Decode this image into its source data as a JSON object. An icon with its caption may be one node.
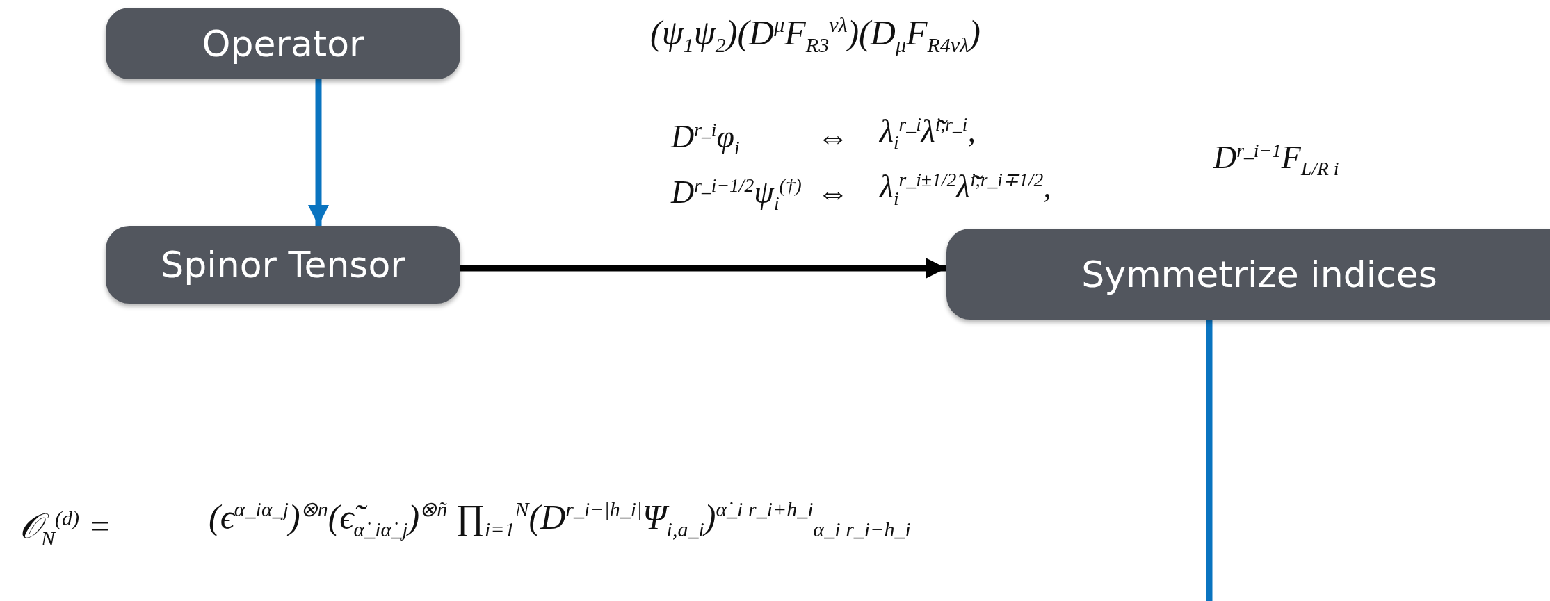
{
  "diagram": {
    "nodes": [
      {
        "text": [
          "Operator"
        ]
      },
      {
        "text": [
          "Spinor Tensor"
        ]
      },
      {
        "text": [
          "Symmetrize indices"
        ]
      }
    ],
    "edges": [
      {
        "from": 0,
        "to": 1,
        "arrow": "to"
      },
      {
        "from": 1,
        "to": 2,
        "arrow": "to",
        "color": "#000000"
      },
      {
        "from": 2,
        "to": null,
        "arrow": "none"
      }
    ],
    "labels": [
      "(ψ$_{1}$ψ$_{2}$)(D$^{μ}$F$_{R3}$$^{νλ}$)(D$_{μ}$F$_{R4νλ}$)",
      "D$^{r_i}$φ$_{i}$",
      "⇔",
      "λ$_{i}$$^{r_i}$λ̃$^{i,r_i}$,",
      "D$^{r_i−1}$F$_{L/R i}$",
      "D$^{r_i−1/2}$ψ$_{i}$$^{(†)}$",
      "⇔",
      "λ$_{i}$$^{r_i±1/2}$λ̃$^{i,r_i∓1/2}$,",
      "𝒪$_{N}$$^{(d)}$ =",
      "(ϵ$^{α_iα_j}$)$^{⊗n}$(ϵ̃$_{α̇_iα̇_j}$)$^{⊗ñ}$ ∏$_{i=1}$$^{N}$(D$^{r_i−|h_i|}$Ψ$_{i,a_i}$)$^{α̇_i r_i+h_i}$$_{α_i r_i−h_i}$"
    ]
  }
}
